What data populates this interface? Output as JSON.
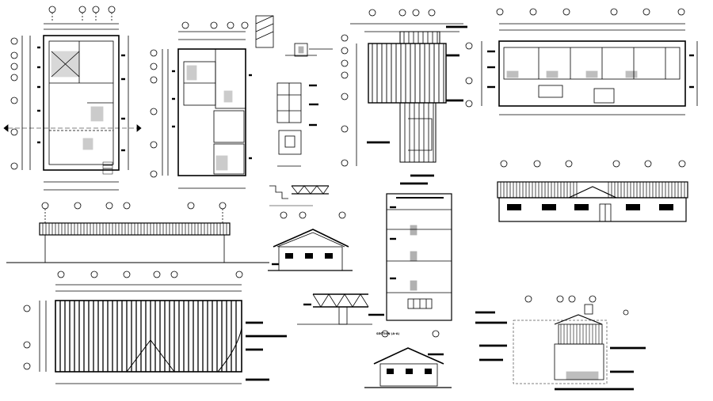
{
  "sheet": {
    "background": "#ffffff",
    "ink": "#000000",
    "views": [
      {
        "id": "ground-floor-plan"
      },
      {
        "id": "first-floor-plan"
      },
      {
        "id": "detail-top-center"
      },
      {
        "id": "roof-plan-small"
      },
      {
        "id": "long-plan"
      },
      {
        "id": "front-elevation-large"
      },
      {
        "id": "long-elevation-left"
      },
      {
        "id": "side-elevation-gable"
      },
      {
        "id": "section-tall"
      },
      {
        "id": "roof-plan-large"
      },
      {
        "id": "truss-detail"
      },
      {
        "id": "rear-gable-elevation"
      },
      {
        "id": "section-bottom-right"
      }
    ]
  },
  "labels": {
    "section_title": "SECTION (A-A)"
  }
}
